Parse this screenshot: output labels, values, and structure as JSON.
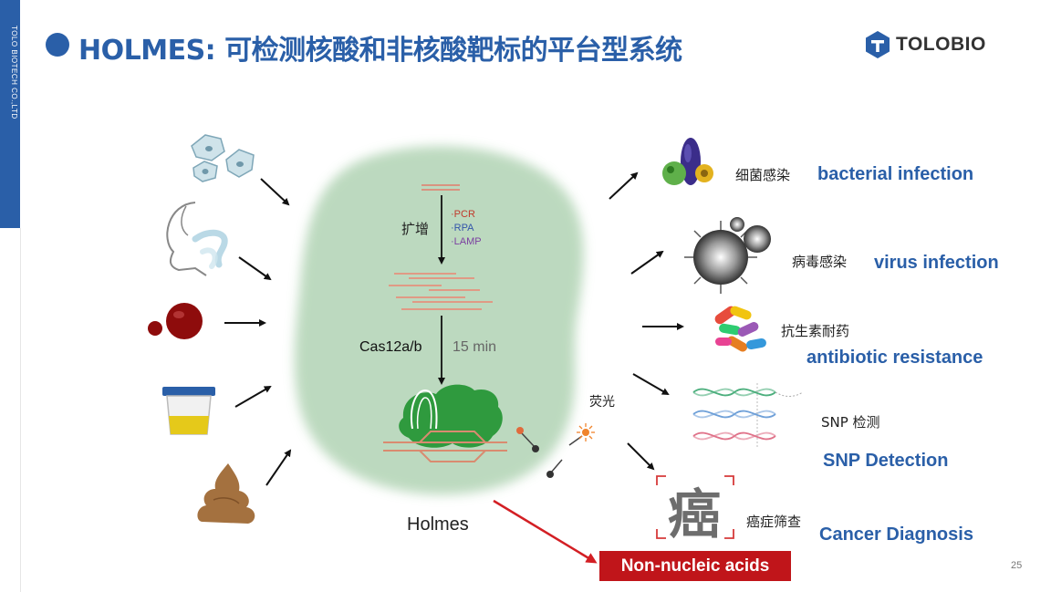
{
  "sidebar": {
    "company": "TOLO BIOTECH CO.,LTD"
  },
  "header": {
    "title": "HOLMES: 可检测核酸和非核酸靶标的平台型系统",
    "logo_text": "TOLOBIO"
  },
  "diagram": {
    "amplify_label": "扩增",
    "methods": [
      "·PCR",
      "·RPA",
      "·LAMP"
    ],
    "enzyme_label": "Cas12a/b",
    "time_label": "15 min",
    "fluorescence_label": "荧光",
    "system_label": "Holmes",
    "applications": [
      {
        "cn": "细菌感染",
        "en": "bacterial infection",
        "icon": "bacteria-icon"
      },
      {
        "cn": "病毒感染",
        "en": "virus infection",
        "icon": "virus-icon"
      },
      {
        "cn": "抗生素耐药",
        "en": "antibiotic resistance",
        "icon": "capsules-icon"
      },
      {
        "cn": "SNP 检测",
        "en": "SNP Detection",
        "icon": "dna-icon"
      },
      {
        "cn": "癌症筛查",
        "en": "Cancer Diagnosis",
        "icon": "cancer-character-icon"
      }
    ],
    "cancer_glyph": "癌",
    "highlight": "Non-nucleic acids",
    "colors": {
      "accent": "#2a5fa8",
      "highlight": "#c0151a",
      "blob": "#b9d8bc",
      "protein": "#2f9a3e"
    }
  },
  "footer": {
    "page_number": "25"
  }
}
